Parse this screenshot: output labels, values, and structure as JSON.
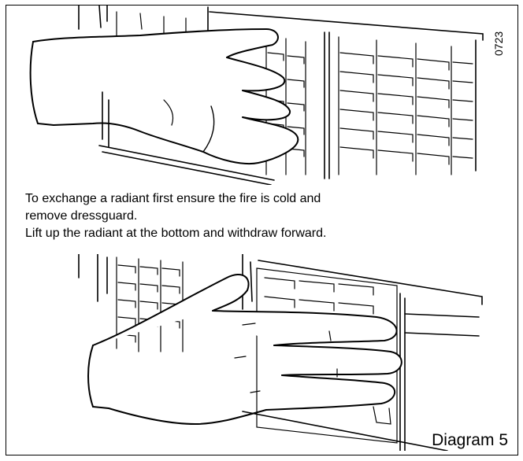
{
  "ref_code": "0723",
  "caption": {
    "line1": "To exchange a radiant first ensure the fire is cold and",
    "line2": "remove dressguard.",
    "line3": "Lift up the radiant at the bottom and withdraw forward."
  },
  "diagram_label": "Diagram 5"
}
